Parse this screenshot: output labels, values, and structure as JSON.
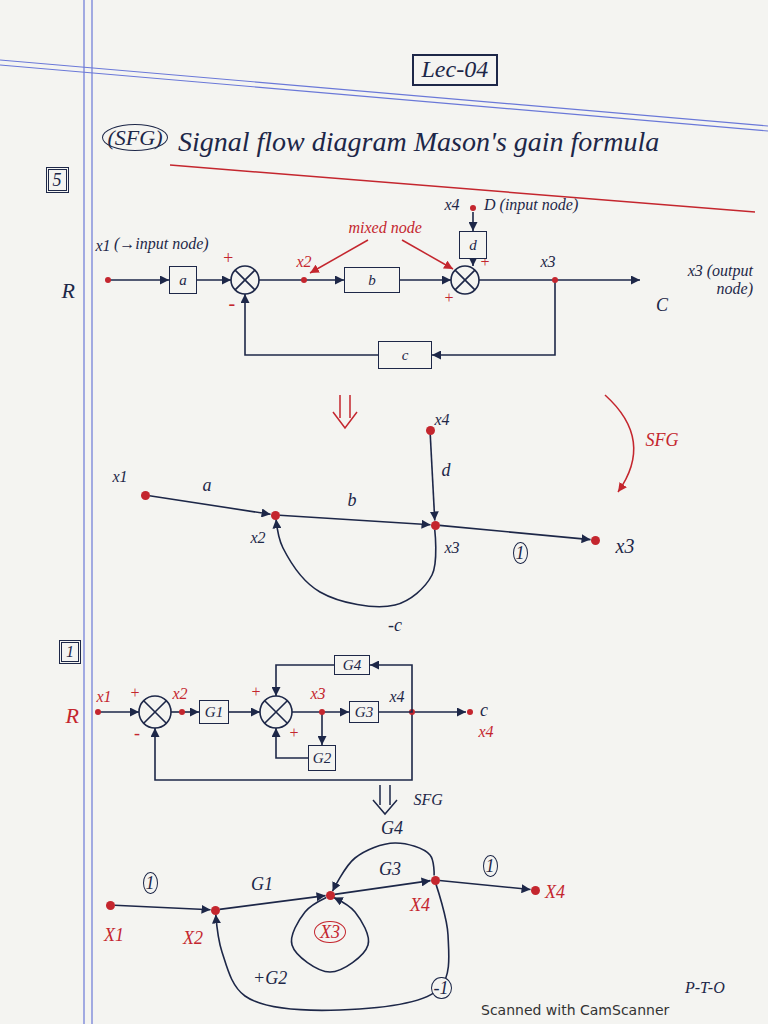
{
  "diagram": {
    "title": "Lec-04",
    "nodes": [
      {
        "text": [
          "a"
        ]
      },
      {
        "text": [
          "b"
        ]
      },
      {
        "text": [
          "d"
        ]
      },
      {
        "text": [
          "c"
        ]
      },
      {
        "text": [
          "x1"
        ]
      },
      {
        "text": [
          "x2"
        ]
      },
      {
        "text": [
          "x3"
        ]
      },
      {
        "text": [
          "x4"
        ]
      },
      {
        "text": [
          "x3"
        ]
      },
      {
        "text": [
          "G4"
        ]
      },
      {
        "text": [
          "G1"
        ]
      },
      {
        "text": [
          "G3"
        ]
      },
      {
        "text": [
          "G2"
        ]
      },
      {
        "text": [
          "X1"
        ]
      },
      {
        "text": [
          "X2"
        ]
      },
      {
        "text": [
          "X3"
        ]
      },
      {
        "text": [
          "X4"
        ]
      },
      {
        "text": [
          "X4"
        ]
      }
    ],
    "edges": [
      {
        "from": 4,
        "to": 5,
        "label": "a",
        "arrow": "to"
      },
      {
        "from": 5,
        "to": 6,
        "label": "b",
        "arrow": "to"
      },
      {
        "from": 7,
        "to": 6,
        "label": "d",
        "arrow": "to"
      },
      {
        "from": 6,
        "to": 8,
        "label": "1",
        "arrow": "to"
      },
      {
        "from": 6,
        "to": 5,
        "label": "-c",
        "arrow": "to"
      },
      {
        "from": 11,
        "to": 9,
        "arrow": "to"
      },
      {
        "from": 13,
        "to": 14,
        "label": "1",
        "arrow": "to"
      },
      {
        "from": 14,
        "to": 15,
        "label": "G1",
        "arrow": "to"
      },
      {
        "from": 15,
        "to": 16,
        "label": "G3",
        "arrow": "to"
      },
      {
        "from": 16,
        "to": 15,
        "label": "G4",
        "arrow": "to"
      },
      {
        "from": 16,
        "to": 17,
        "label": "1",
        "arrow": "to"
      },
      {
        "from": 15,
        "to": 15,
        "label": "+G2",
        "arrow": "to"
      },
      {
        "from": 16,
        "to": 14,
        "label": "-1",
        "arrow": "to"
      }
    ],
    "labels": [
      "(SFG)",
      "Signal flow diagram Mason's gain formula",
      "5",
      "R",
      "x1",
      "(→input node)",
      "+",
      "-",
      "x2",
      "mixed node",
      "x4",
      "D (input node)",
      "+",
      "+",
      "x3",
      "x3 (output node)",
      "C",
      "SFG",
      "1",
      "R",
      "x1",
      "+",
      "-",
      "x2",
      "+",
      "+",
      "x3",
      "x4",
      "c",
      "x4",
      "SFG",
      "P-T-O",
      "Scanned with CamScanner"
    ]
  }
}
